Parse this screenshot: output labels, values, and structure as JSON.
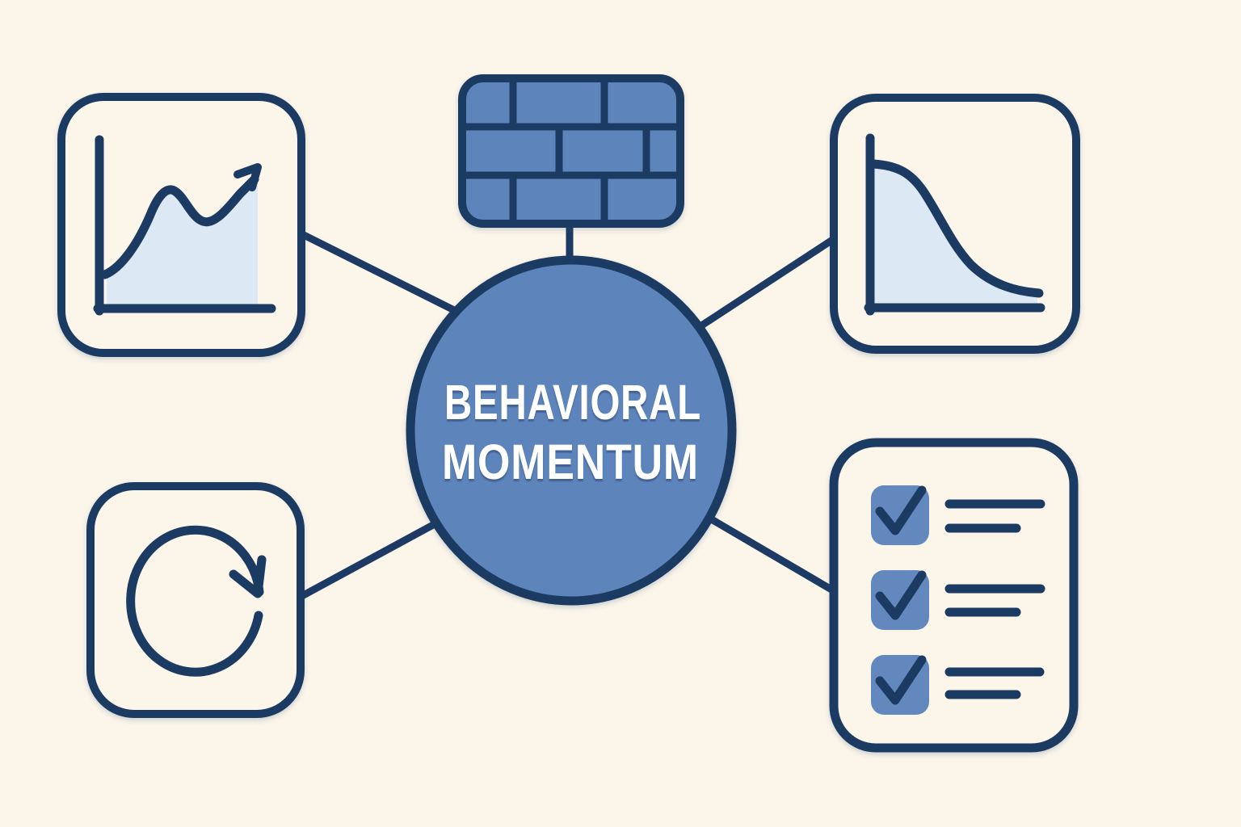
{
  "diagram": {
    "center_label": {
      "line1": "BEHAVIORAL",
      "line2": "MOMENTUM"
    },
    "colors": {
      "background": "#fbf5ea",
      "outline_navy": "#1c3a63",
      "node_blue": "#5d85bb",
      "area_light_blue": "#dce8f3",
      "checkbox_blue": "#6488bd",
      "label_text": "#ffffff"
    },
    "nodes": [
      {
        "icon": "trend-up-chart-icon",
        "position": "top-left"
      },
      {
        "icon": "brick-wall-icon",
        "position": "top-center"
      },
      {
        "icon": "decay-curve-chart-icon",
        "position": "top-right"
      },
      {
        "icon": "repeat-cycle-icon",
        "position": "bottom-left"
      },
      {
        "icon": "checklist-icon",
        "position": "bottom-right"
      }
    ]
  }
}
